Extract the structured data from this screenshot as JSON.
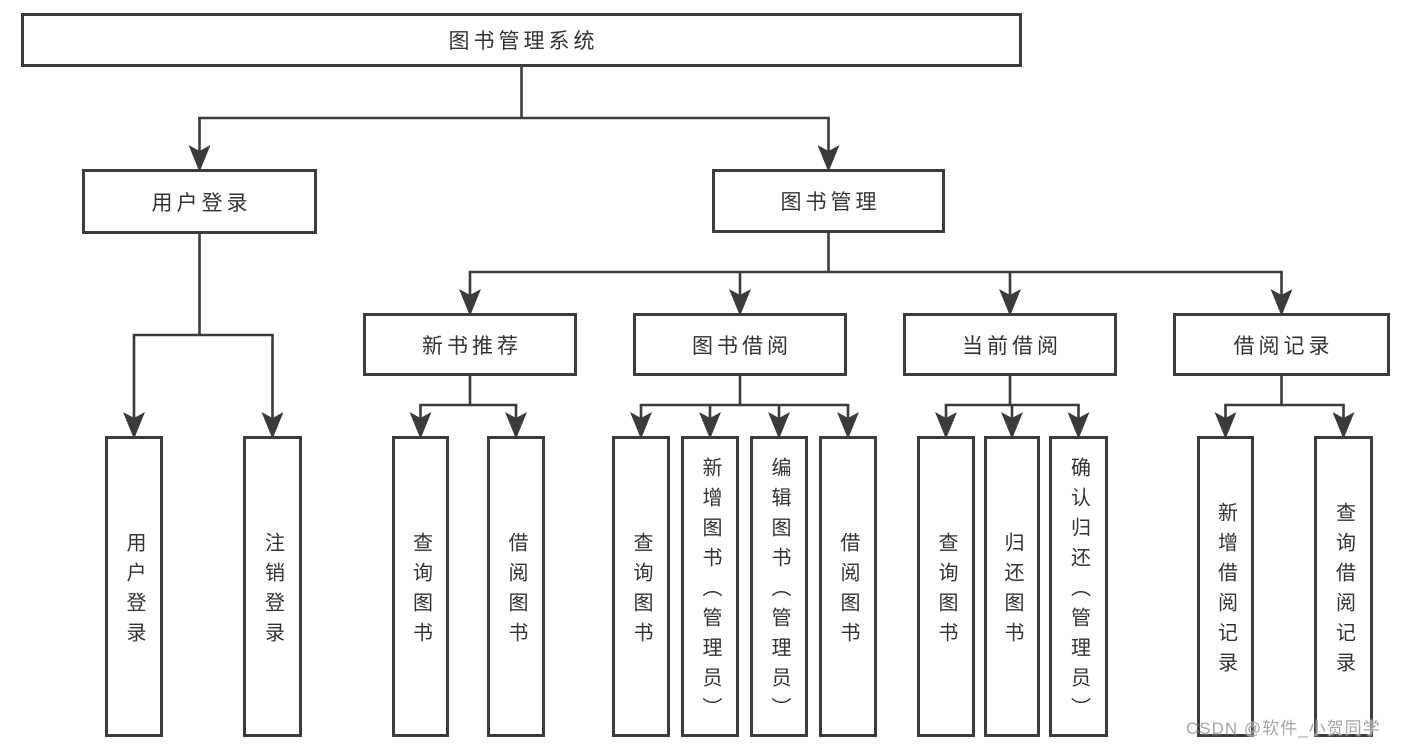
{
  "diagram": {
    "title": "图书管理系统",
    "nodes": [
      {
        "id": "root",
        "label": "图书管理系统"
      },
      {
        "id": "user-login",
        "label": "用户登录"
      },
      {
        "id": "book-mgmt",
        "label": "图书管理"
      },
      {
        "id": "login",
        "label": "用户登录"
      },
      {
        "id": "logout",
        "label": "注销登录"
      },
      {
        "id": "new-book-rec",
        "label": "新书推荐"
      },
      {
        "id": "book-borrow",
        "label": "图书借阅"
      },
      {
        "id": "current-borrow",
        "label": "当前借阅"
      },
      {
        "id": "borrow-records",
        "label": "借阅记录"
      },
      {
        "id": "nbr-query",
        "label": "查询图书"
      },
      {
        "id": "nbr-borrow",
        "label": "借阅图书"
      },
      {
        "id": "bb-query",
        "label": "查询图书"
      },
      {
        "id": "bb-add",
        "label": "新增图书（管理员）"
      },
      {
        "id": "bb-edit",
        "label": "编辑图书（管理员）"
      },
      {
        "id": "bb-borrow",
        "label": "借阅图书"
      },
      {
        "id": "cb-query",
        "label": "查询图书"
      },
      {
        "id": "cb-return",
        "label": "归还图书"
      },
      {
        "id": "cb-confirm",
        "label": "确认归还（管理员）"
      },
      {
        "id": "br-add",
        "label": "新增借阅记录"
      },
      {
        "id": "br-query",
        "label": "查询借阅记录"
      }
    ],
    "edges": [
      [
        "root",
        "user-login"
      ],
      [
        "root",
        "book-mgmt"
      ],
      [
        "user-login",
        "login"
      ],
      [
        "user-login",
        "logout"
      ],
      [
        "book-mgmt",
        "new-book-rec"
      ],
      [
        "book-mgmt",
        "book-borrow"
      ],
      [
        "book-mgmt",
        "current-borrow"
      ],
      [
        "book-mgmt",
        "borrow-records"
      ],
      [
        "new-book-rec",
        "nbr-query"
      ],
      [
        "new-book-rec",
        "nbr-borrow"
      ],
      [
        "book-borrow",
        "bb-query"
      ],
      [
        "book-borrow",
        "bb-add"
      ],
      [
        "book-borrow",
        "bb-edit"
      ],
      [
        "book-borrow",
        "bb-borrow"
      ],
      [
        "current-borrow",
        "cb-query"
      ],
      [
        "current-borrow",
        "cb-return"
      ],
      [
        "current-borrow",
        "cb-confirm"
      ],
      [
        "borrow-records",
        "br-add"
      ],
      [
        "borrow-records",
        "br-query"
      ]
    ],
    "line_color": "#3b3b3b",
    "text_color": "#333333"
  },
  "watermark": {
    "text": "CSDN @软件_小贺同学"
  }
}
